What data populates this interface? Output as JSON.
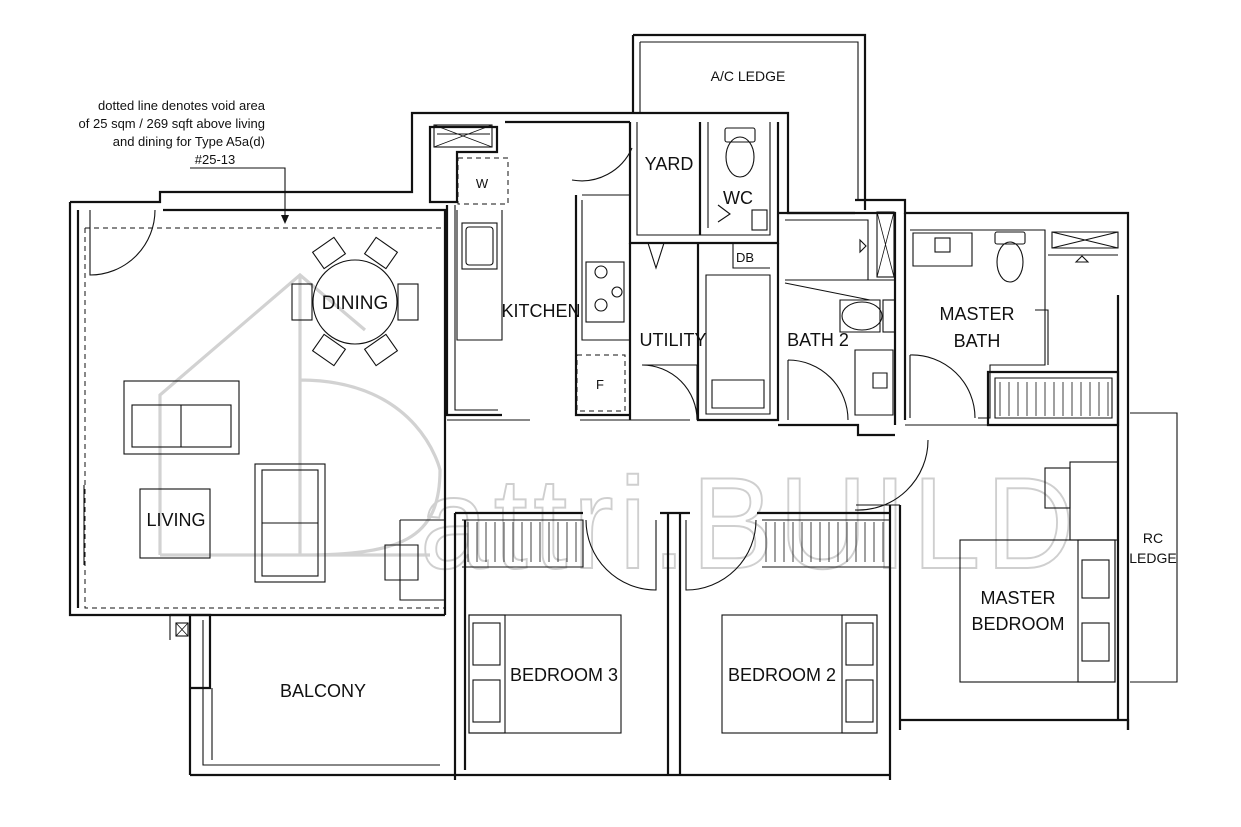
{
  "note": {
    "lines": [
      "dotted line denotes void area",
      "of 25 sqm / 269 sqft above living",
      "and dining for Type A5a(d)",
      "#25-13"
    ]
  },
  "rooms": {
    "ac_ledge": "A/C LEDGE",
    "yard": "YARD",
    "wc": "WC",
    "db": "DB",
    "w": "W",
    "f": "F",
    "dining": "DINING",
    "kitchen": "KITCHEN",
    "utility": "UTILITY",
    "bath2": "BATH 2",
    "master_bath_1": "MASTER",
    "master_bath_2": "BATH",
    "living": "LIVING",
    "rc_ledge_1": "RC",
    "rc_ledge_2": "LEDGE",
    "master_bedroom_1": "MASTER",
    "master_bedroom_2": "BEDROOM",
    "balcony": "BALCONY",
    "bedroom3": "BEDROOM 3",
    "bedroom2": "BEDROOM 2"
  },
  "watermark": {
    "text": "attri.BUILD"
  }
}
